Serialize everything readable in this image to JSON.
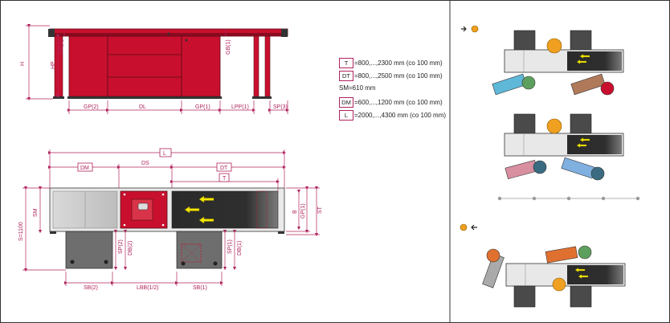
{
  "side_view_labels": {
    "h": "H",
    "hp": "HP",
    "gb2": "GB(2)",
    "gb1": "GB(1)",
    "gp2": "GP(2)",
    "dl": "DL",
    "gp1": "GP(1)",
    "lpp": "LPP(1)",
    "sp3": "SP(3)"
  },
  "top_view_labels": {
    "l": "L",
    "dm": "DM",
    "ds": "DS",
    "dt": "DT",
    "t": "T",
    "sm": "SM",
    "s1100": "S=1100",
    "b": "B",
    "gp1": "GP(1)",
    "st": "ST",
    "sp2": "SP(2)",
    "db2": "DB(2)",
    "sp1": "SP(1)",
    "db1": "DB(1)",
    "sb2": "SB(2)",
    "lbb": "LBB(1/2)",
    "sb1": "SB(1)"
  },
  "legend": [
    {
      "key": "T",
      "text": "=800,...,2300 mm (co 100 mm)"
    },
    {
      "key": "DT",
      "text": "=800,...,2500 mm (co 100 mm)"
    },
    {
      "key": "",
      "text": "SM=610 mm"
    },
    {
      "key": "DM",
      "text": "=600,...,1200 mm (co 100 mm)"
    },
    {
      "key": "L",
      "text": "=2000,...,4300 mm (co 100 mm)"
    }
  ],
  "colors": {
    "red": "#c8102e",
    "dark_red": "#7a0a1c",
    "dim_line": "#b0245e",
    "gray": "#9a9a9a",
    "dark_gray": "#4a4a4a",
    "yellow": "#f3e600"
  },
  "icons": {
    "direction_right": "arrow-person-right-icon",
    "direction_left": "arrow-person-left-icon"
  }
}
